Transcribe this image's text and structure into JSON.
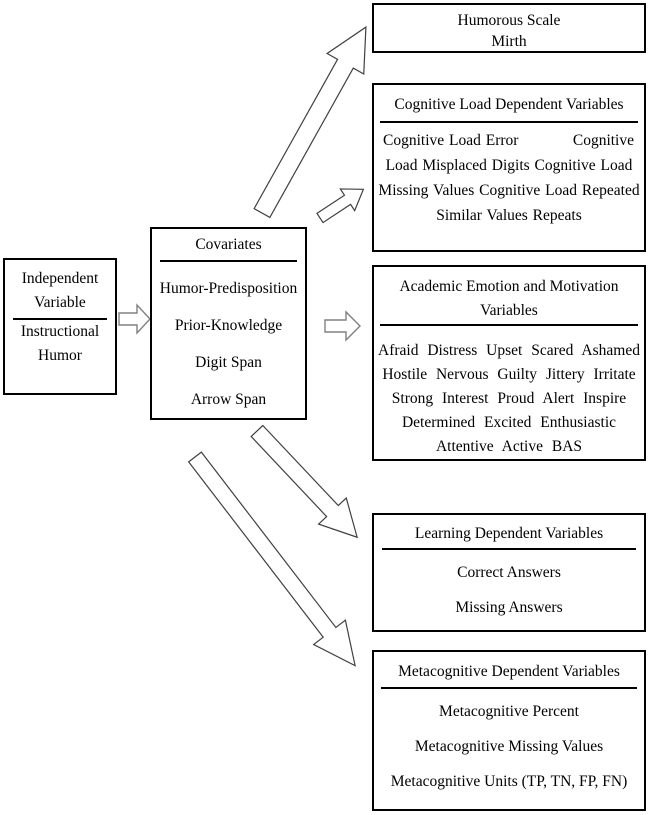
{
  "colors": {
    "background": "#ffffff",
    "box_border": "#000000",
    "text": "#000000",
    "arrow_outline_dark": "#404040",
    "arrow_outline_gray": "#808080"
  },
  "independent_box": {
    "title_line1": "Independent",
    "title_line2": "Variable",
    "body_line1": "Instructional",
    "body_line2": "Humor"
  },
  "covariates_box": {
    "title": "Covariates",
    "items": [
      "Humor-Predisposition",
      "Prior-Knowledge",
      "Digit Span",
      "Arrow Span"
    ]
  },
  "humorous_box": {
    "line1": "Humorous Scale",
    "line2": "Mirth"
  },
  "cognitive_box": {
    "title": "Cognitive Load Dependent Variables",
    "line1_left": "Cognitive Load Error",
    "line1_right": "Cognitive",
    "line2": "Load Misplaced Digits Cognitive Load",
    "line3": "Missing Values Cognitive Load Repeated",
    "line4": "Similar Values Repeats"
  },
  "academic_box": {
    "title_line1": "Academic Emotion and Motivation",
    "title_line2": "Variables",
    "lines": [
      "Afraid Distress Upset Scared Ashamed",
      "Hostile Nervous Guilty Jittery Irritate",
      "Strong Interest Proud Alert Inspire",
      "Determined Excited Enthusiastic",
      "Attentive Active BAS"
    ]
  },
  "learning_box": {
    "title": "Learning Dependent Variables",
    "lines": [
      "Correct Answers",
      "Missing Answers"
    ]
  },
  "metacognitive_box": {
    "title": "Metacognitive Dependent Variables",
    "lines": [
      "Metacognitive Percent",
      "Metacognitive Missing Values",
      "Metacognitive Units (TP, TN, FP, FN)"
    ]
  },
  "arrows": [
    {
      "from": "independent-variable",
      "to": "covariates"
    },
    {
      "from": "covariates",
      "to": "humorous-scale"
    },
    {
      "from": "covariates",
      "to": "cognitive-load-dependent-variables"
    },
    {
      "from": "covariates",
      "to": "academic-emotion-and-motivation-variables"
    },
    {
      "from": "covariates",
      "to": "learning-dependent-variables"
    },
    {
      "from": "covariates",
      "to": "metacognitive-dependent-variables"
    }
  ]
}
